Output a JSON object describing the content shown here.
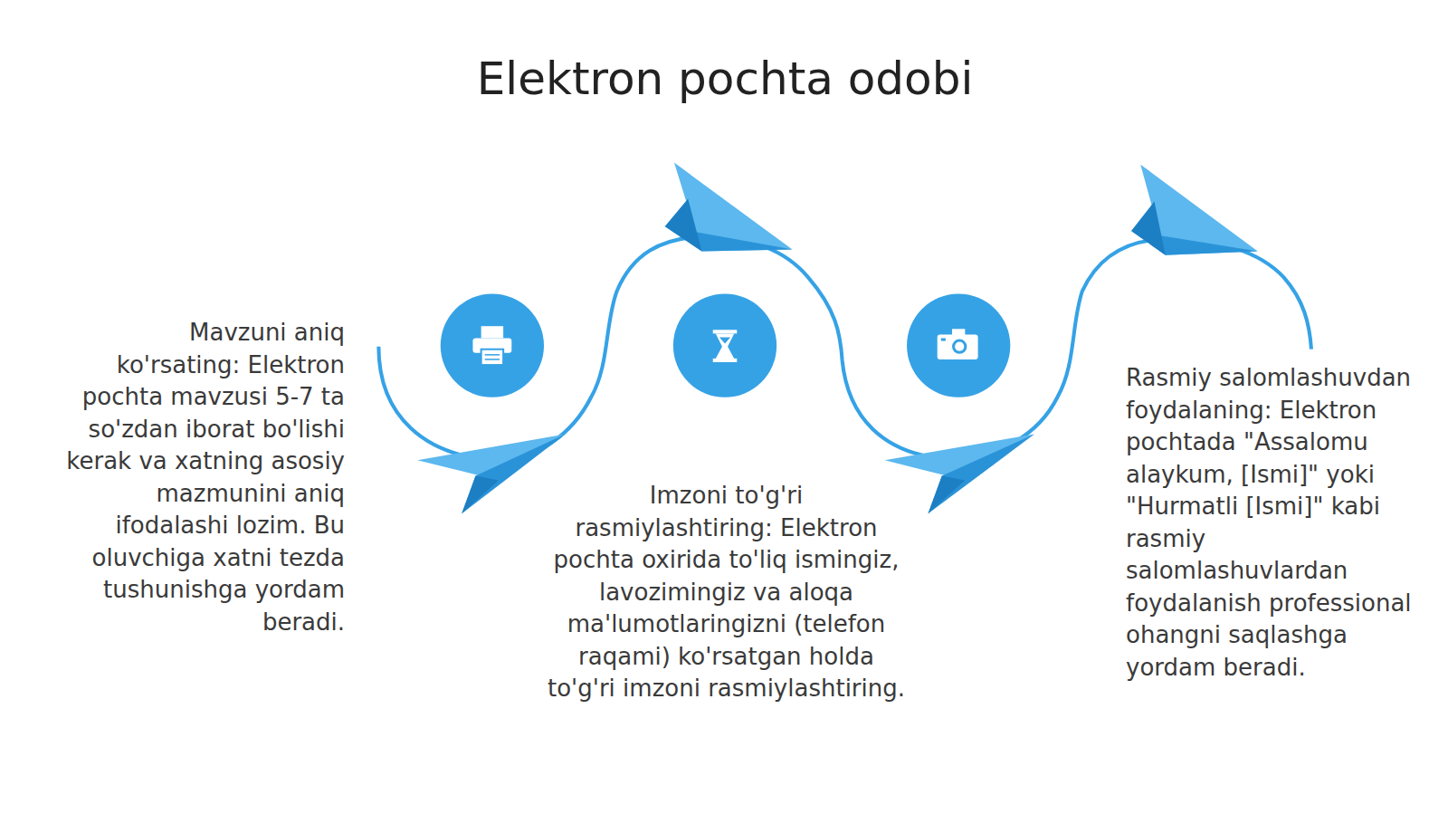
{
  "diagram": {
    "title": "Elektron pochta odobi",
    "labels": [
      "Mavzuni aniq ko'rsating: Elektron pochta mavzusi 5-7 ta so'zdan iborat bo'lishi kerak va xatning asosiy mazmunini aniq ifodalashi lozim. Bu oluvchiga xatni tezda tushunishga yordam beradi.",
      "Imzoni to'g'ri rasmiylashtiring: Elektron pochta oxirida to'liq ismingiz, lavozimingiz va aloqa ma'lumotlaringizni (telefon raqami) ko'rsatgan holda to'g'ri imzoni rasmiylashtiring.",
      "Rasmiy salomlashuvdan foydalaning: Elektron pochtada \"Assalomu alaykum, [Ismi]\" yoki \"Hurmatli [Ismi]\" kabi rasmiy salomlashuvlardan foydalanish professional ohangni saqlashga yordam beradi."
    ]
  }
}
